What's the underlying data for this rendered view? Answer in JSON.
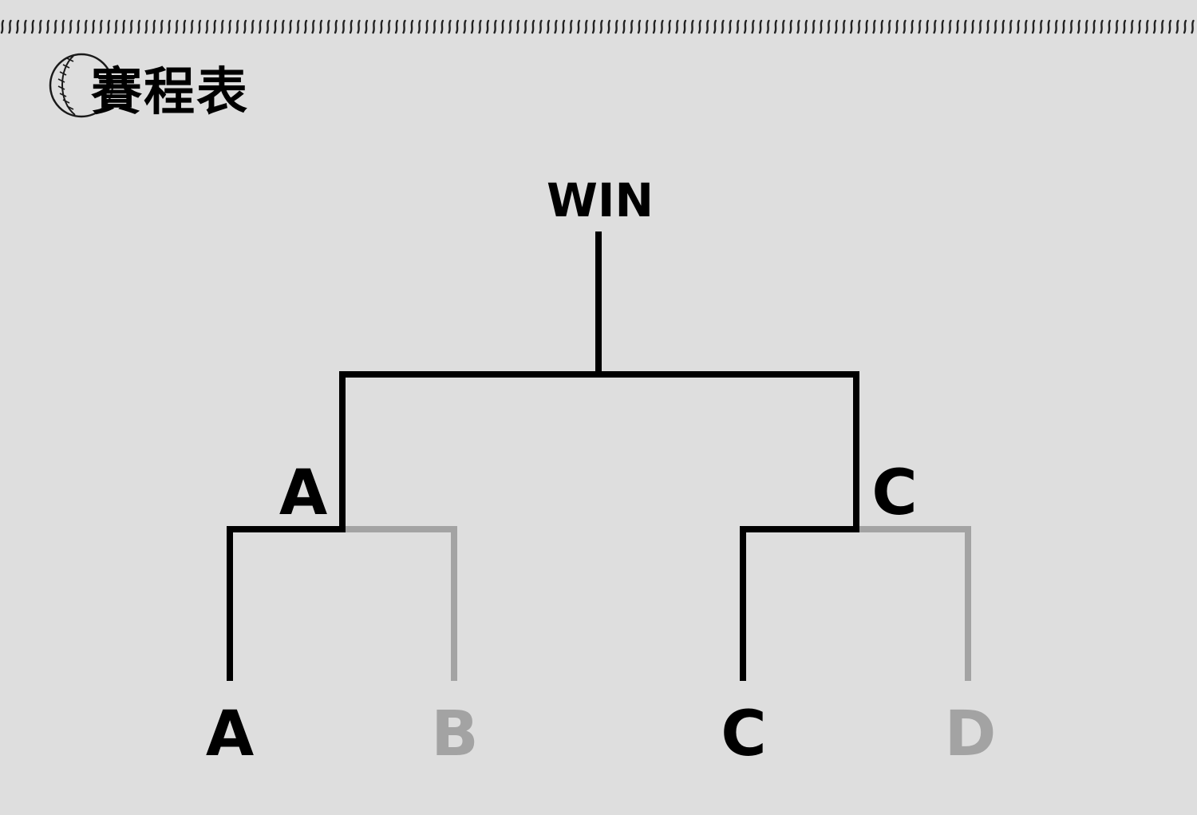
{
  "header": {
    "title": "賽程表",
    "icon": "baseball-icon"
  },
  "bracket": {
    "top_label": "WIN",
    "semifinal_left_winner": "A",
    "semifinal_right_winner": "C",
    "teams": [
      {
        "name": "A",
        "advanced": true
      },
      {
        "name": "B",
        "advanced": false
      },
      {
        "name": "C",
        "advanced": true
      },
      {
        "name": "D",
        "advanced": false
      }
    ]
  },
  "colors": {
    "background": "#dedede",
    "winner_line": "#000000",
    "loser_line": "#a3a3a3"
  }
}
